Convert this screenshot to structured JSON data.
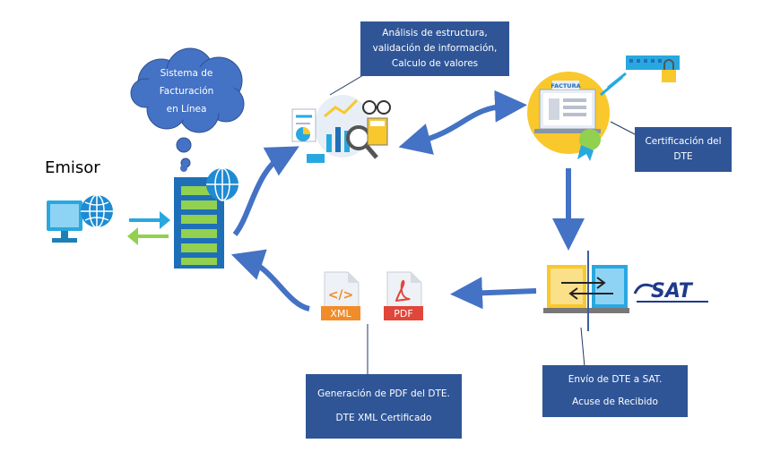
{
  "emisor": "Emisor",
  "cloud": {
    "line1": "Sistema de",
    "line2": "Facturación",
    "line3": "en Línea"
  },
  "box_analisis": {
    "line1": "Análisis de estructura,",
    "line2": "validación de información,",
    "line3": "Calculo de valores"
  },
  "box_certificacion": {
    "line1": "Certificación del",
    "line2": "DTE"
  },
  "box_envio": {
    "line1": "Envío de DTE a SAT.",
    "line2": "Acuse de Recibido"
  },
  "box_generacion": {
    "line1": "Generación de PDF del DTE.",
    "line2": "DTE XML Certificado"
  },
  "factura_label": "FACTURA",
  "xml_label": "XML",
  "pdf_label": "PDF",
  "sat_label": "SAT",
  "colors": {
    "box": "#2f5597",
    "arrow": "#4472c4",
    "accent_yellow": "#f9c82c",
    "server_green": "#92d050"
  }
}
